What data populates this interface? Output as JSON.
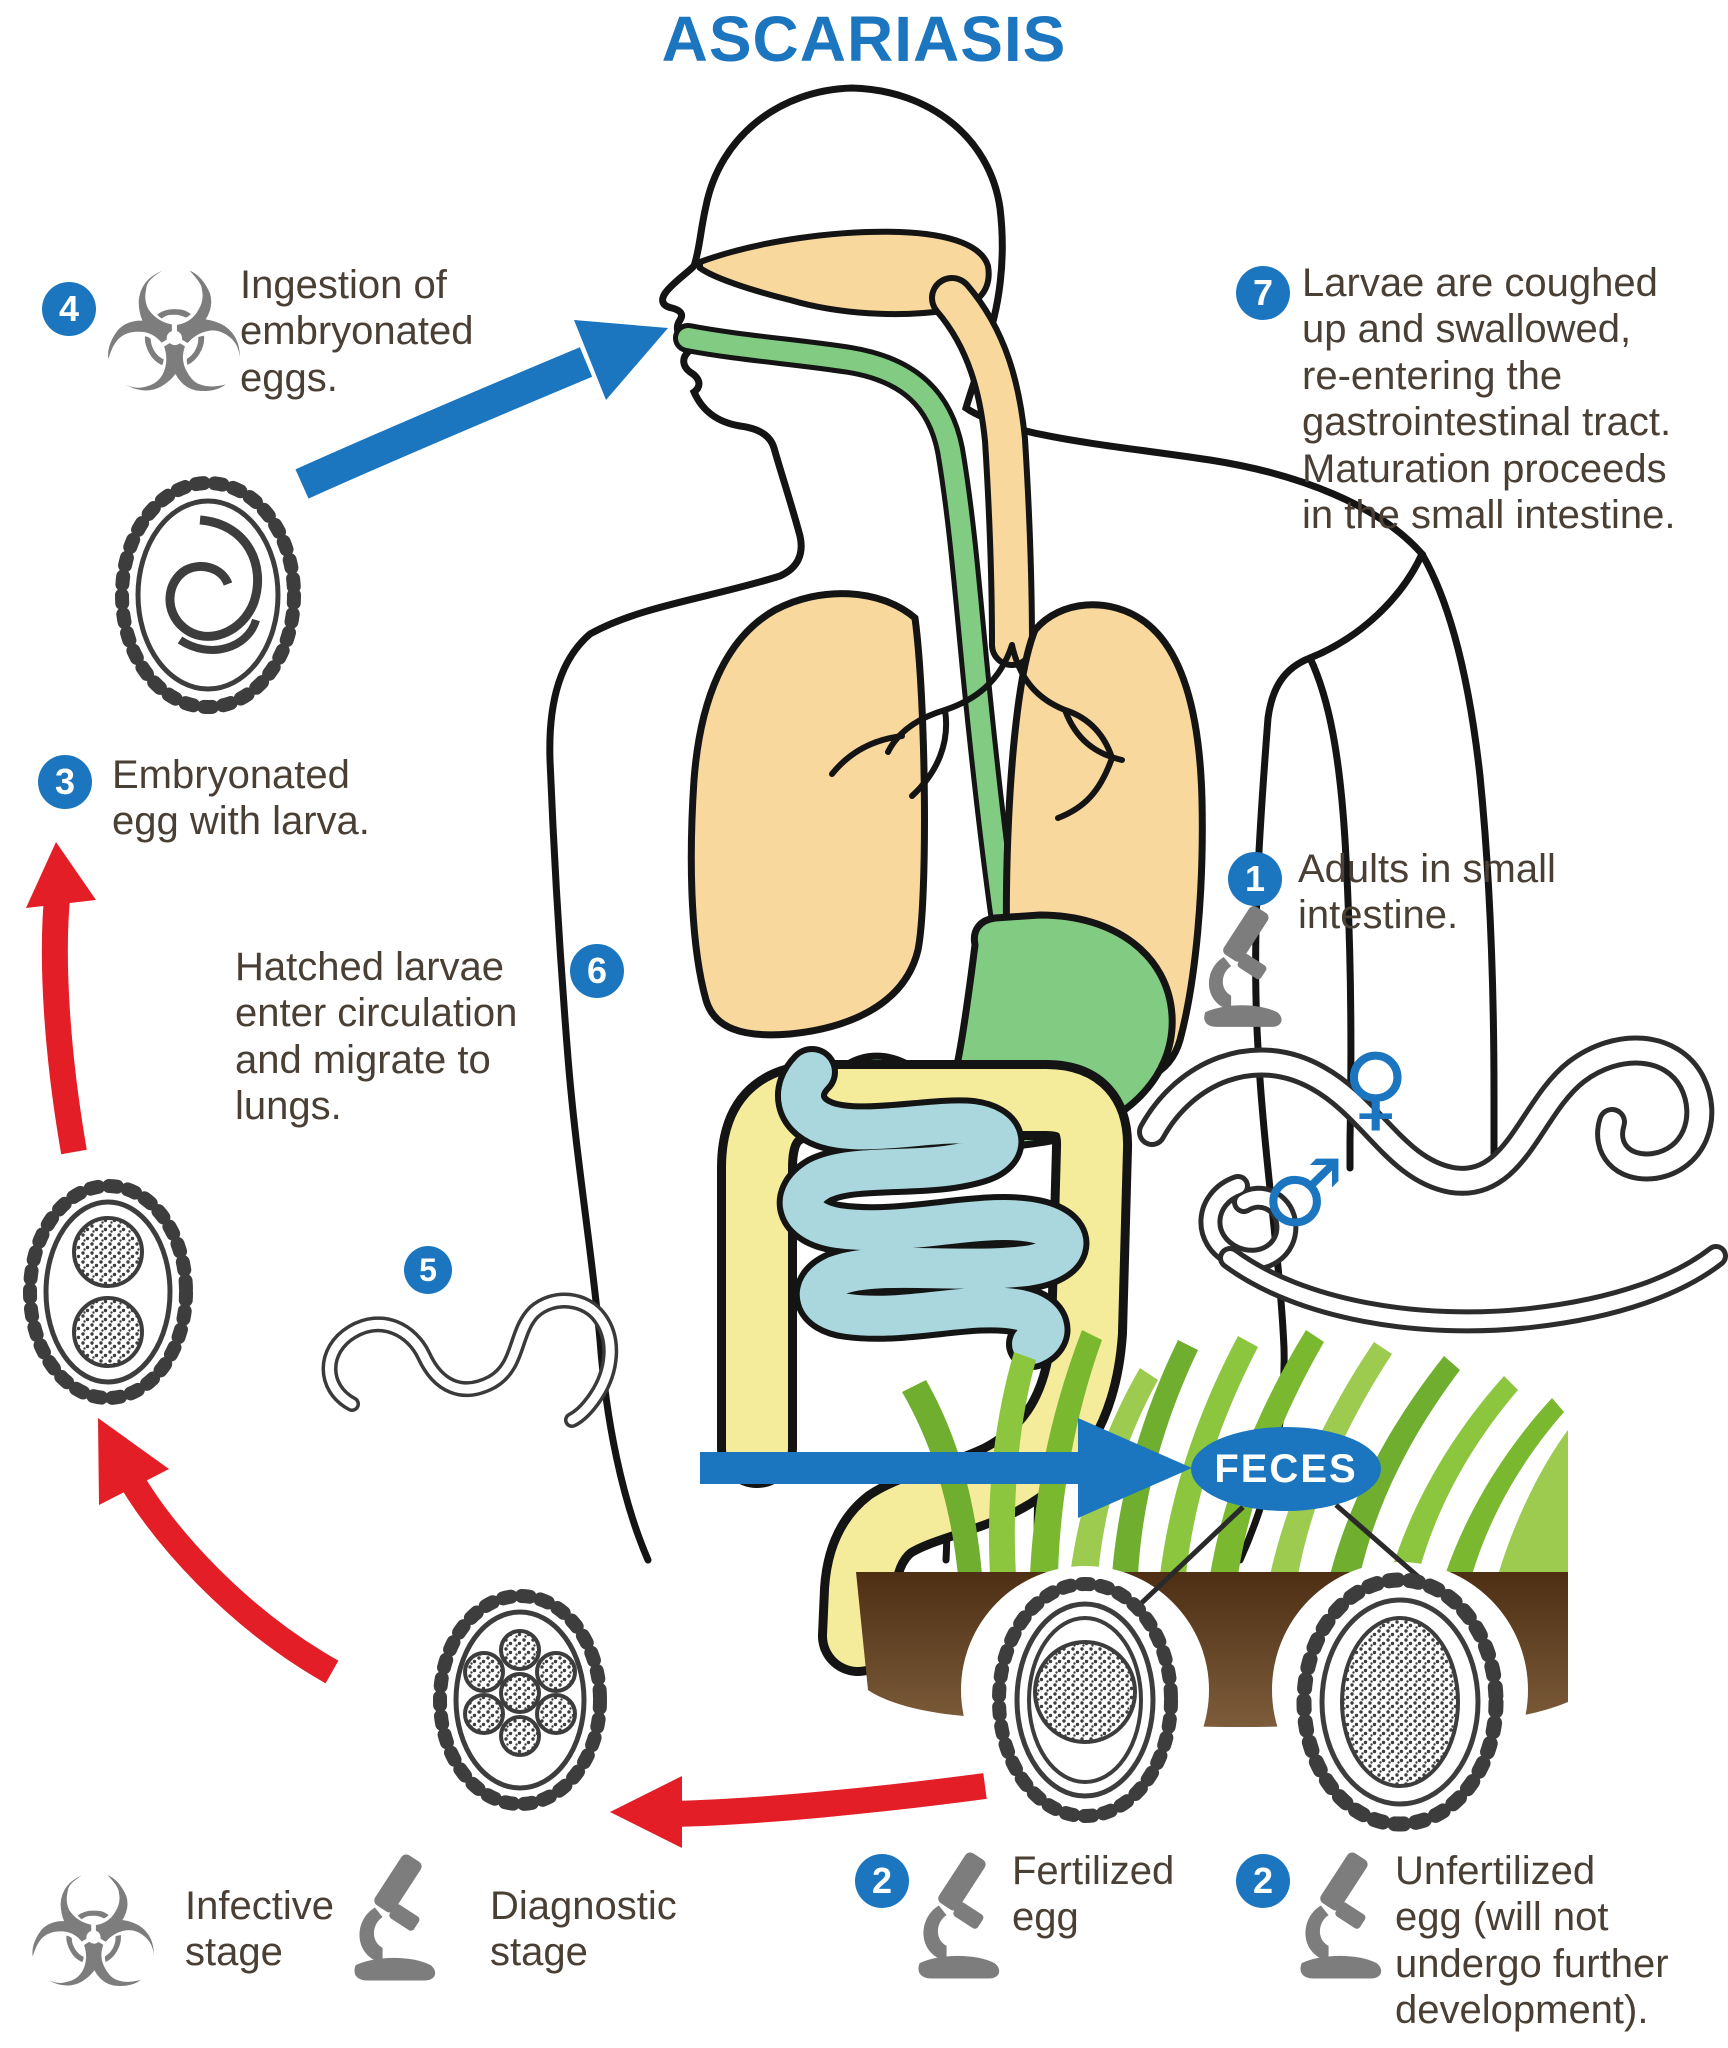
{
  "title": "ASCARIASIS",
  "steps": {
    "s1": {
      "number": "1",
      "text": "Adults in small\nintestine."
    },
    "s2a": {
      "number": "2",
      "text": "Fertilized\negg"
    },
    "s2b": {
      "number": "2",
      "text": "Unfertilized\negg (will not\nundergo further\ndevelopment)."
    },
    "s3": {
      "number": "3",
      "text": "Embryonated\negg with larva."
    },
    "s4": {
      "number": "4",
      "text": "Ingestion of\nembryonated\neggs."
    },
    "s5": {
      "number": "5"
    },
    "s6": {
      "number": "6",
      "text": "Hatched larvae\nenter circulation\nand migrate to\nlungs."
    },
    "s7": {
      "number": "7",
      "text": "Larvae are coughed\nup and swallowed,\nre-entering the\ngastrointestinal tract.\nMaturation proceeds\nin the small intestine."
    }
  },
  "feces": {
    "label": "FECES"
  },
  "legend": {
    "infective": "Infective\nstage",
    "diagnostic": "Diagnostic\nstage"
  },
  "symbols": {
    "female": "♀",
    "male": "♂",
    "biohazard": "☣"
  },
  "colors": {
    "accent_blue": "#1b76bf",
    "arrow_red": "#e41e26",
    "text_brown": "#493f35",
    "icon_gray": "#7d7d7d",
    "lung_peach": "#f8d89d",
    "organ_green": "#82cb82",
    "colon_yellow": "#f5ec9b",
    "small_intestine_blue": "#a9d7dd",
    "grass_green": "#7ab82f",
    "soil_brown": "#5a3a1c"
  }
}
